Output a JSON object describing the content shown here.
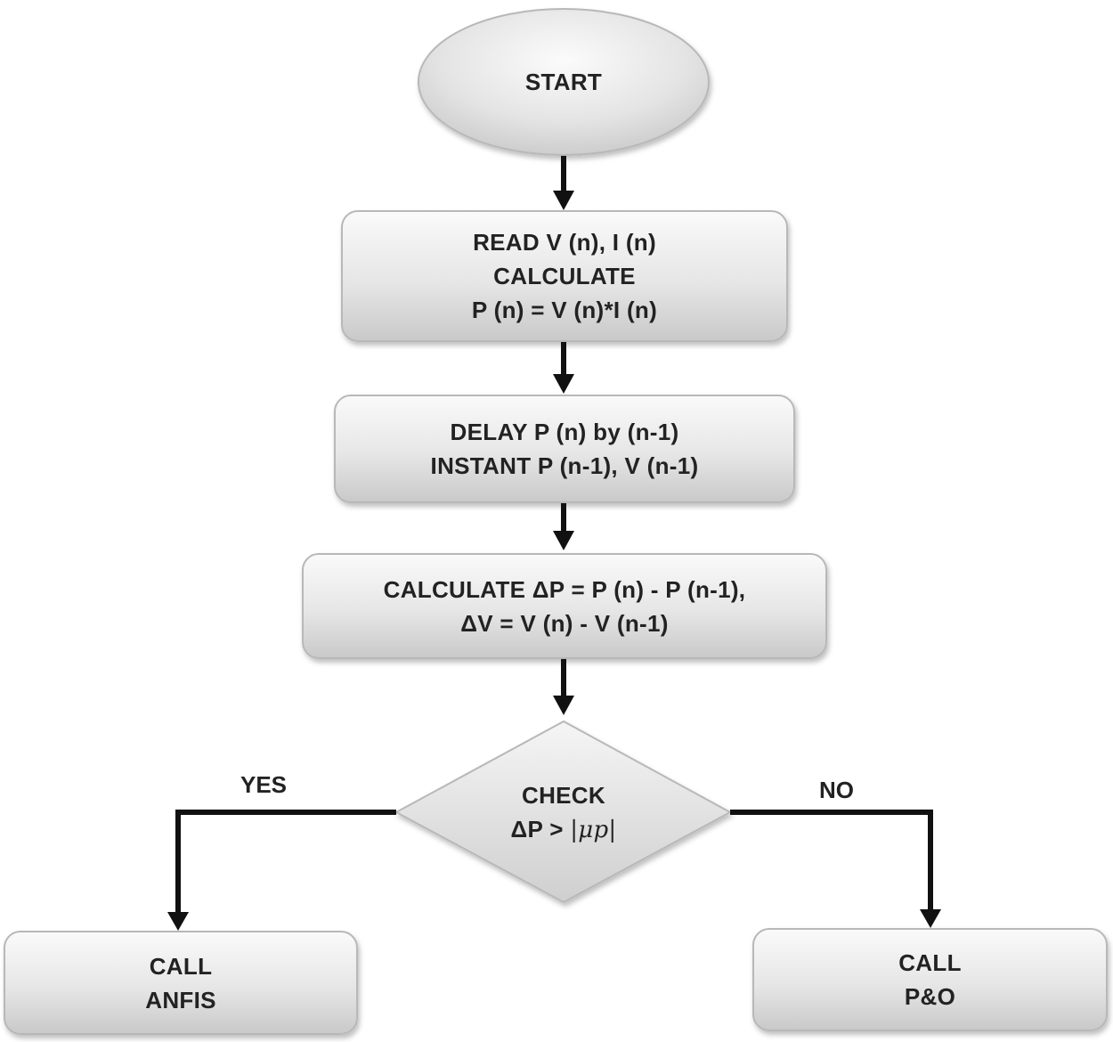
{
  "start": "START",
  "step1": {
    "line1": "READ V (n), I (n)",
    "line2": "CALCULATE",
    "line3": "P (n) = V (n)*I (n)"
  },
  "step2": {
    "line1": "DELAY P (n) by (n-1)",
    "line2": "INSTANT P (n-1), V (n-1)"
  },
  "step3": {
    "line1": "CALCULATE ΔP = P (n) - P (n-1),",
    "line2": "ΔV = V (n) - V (n-1)"
  },
  "decision": {
    "line1": "CHECK",
    "line2_prefix": "ΔP > ",
    "line2_expr": "|μp|"
  },
  "branch_yes": "YES",
  "branch_no": "NO",
  "anfis": {
    "line1": "CALL",
    "line2": "ANFIS"
  },
  "po": {
    "line1": "CALL",
    "line2": "P&O"
  },
  "colors": {
    "box_fill_light": "#f7f7f7",
    "box_fill_dark": "#cfcfcf",
    "box_stroke": "#b5b5b5",
    "arrow": "#111111"
  }
}
